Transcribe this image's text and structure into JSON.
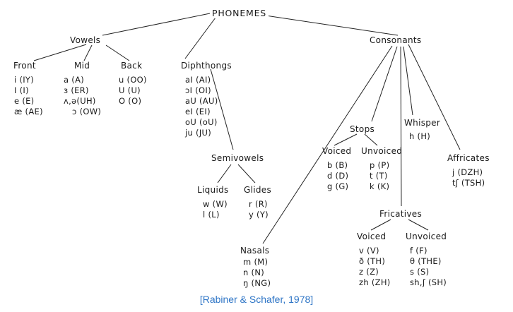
{
  "root": "PHONEMES",
  "vowels": {
    "label": "Vowels",
    "front": {
      "label": "Front",
      "items": [
        "i (IY)",
        "I (I)",
        "e (E)",
        "æ (AE)"
      ]
    },
    "mid": {
      "label": "Mid",
      "items": [
        "a (A)",
        "ɜ (ER)",
        "ʌ,ə(UH)",
        "ɔ (OW)"
      ]
    },
    "back": {
      "label": "Back",
      "items": [
        "u (OO)",
        "U (U)",
        "O (O)"
      ]
    }
  },
  "diphthongs": {
    "label": "Diphthongs",
    "items": [
      "aI (AI)",
      "ɔI (OI)",
      "aU (AU)",
      "eI (EI)",
      "oU (oU)",
      "ju (JU)"
    ]
  },
  "semivowels": {
    "label": "Semivowels",
    "liquids": {
      "label": "Liquids",
      "items": [
        "w (W)",
        "l (L)"
      ]
    },
    "glides": {
      "label": "Glides",
      "items": [
        "r (R)",
        "y (Y)"
      ]
    }
  },
  "consonants": {
    "label": "Consonants",
    "nasals": {
      "label": "Nasals",
      "items": [
        "m (M)",
        "n (N)",
        "ŋ (NG)"
      ]
    },
    "stops": {
      "label": "Stops",
      "voiced": {
        "label": "Voiced",
        "items": [
          "b (B)",
          "d (D)",
          "g (G)"
        ]
      },
      "unvoiced": {
        "label": "Unvoiced",
        "items": [
          "p (P)",
          "t (T)",
          "k (K)"
        ]
      }
    },
    "whisper": {
      "label": "Whisper",
      "items": [
        "h (H)"
      ]
    },
    "fricatives": {
      "label": "Fricatives",
      "voiced": {
        "label": "Voiced",
        "items": [
          "v (V)",
          "ð (TH)",
          "z (Z)",
          "zh (ZH)"
        ]
      },
      "unvoiced": {
        "label": "Unvoiced",
        "items": [
          "f (F)",
          "θ (THE)",
          "s (S)",
          "sh,ʃ (SH)"
        ]
      }
    },
    "affricates": {
      "label": "Affricates",
      "items": [
        "j (DZH)",
        "tʃ (TSH)"
      ]
    }
  },
  "citation": "[Rabiner & Schafer, 1978]"
}
